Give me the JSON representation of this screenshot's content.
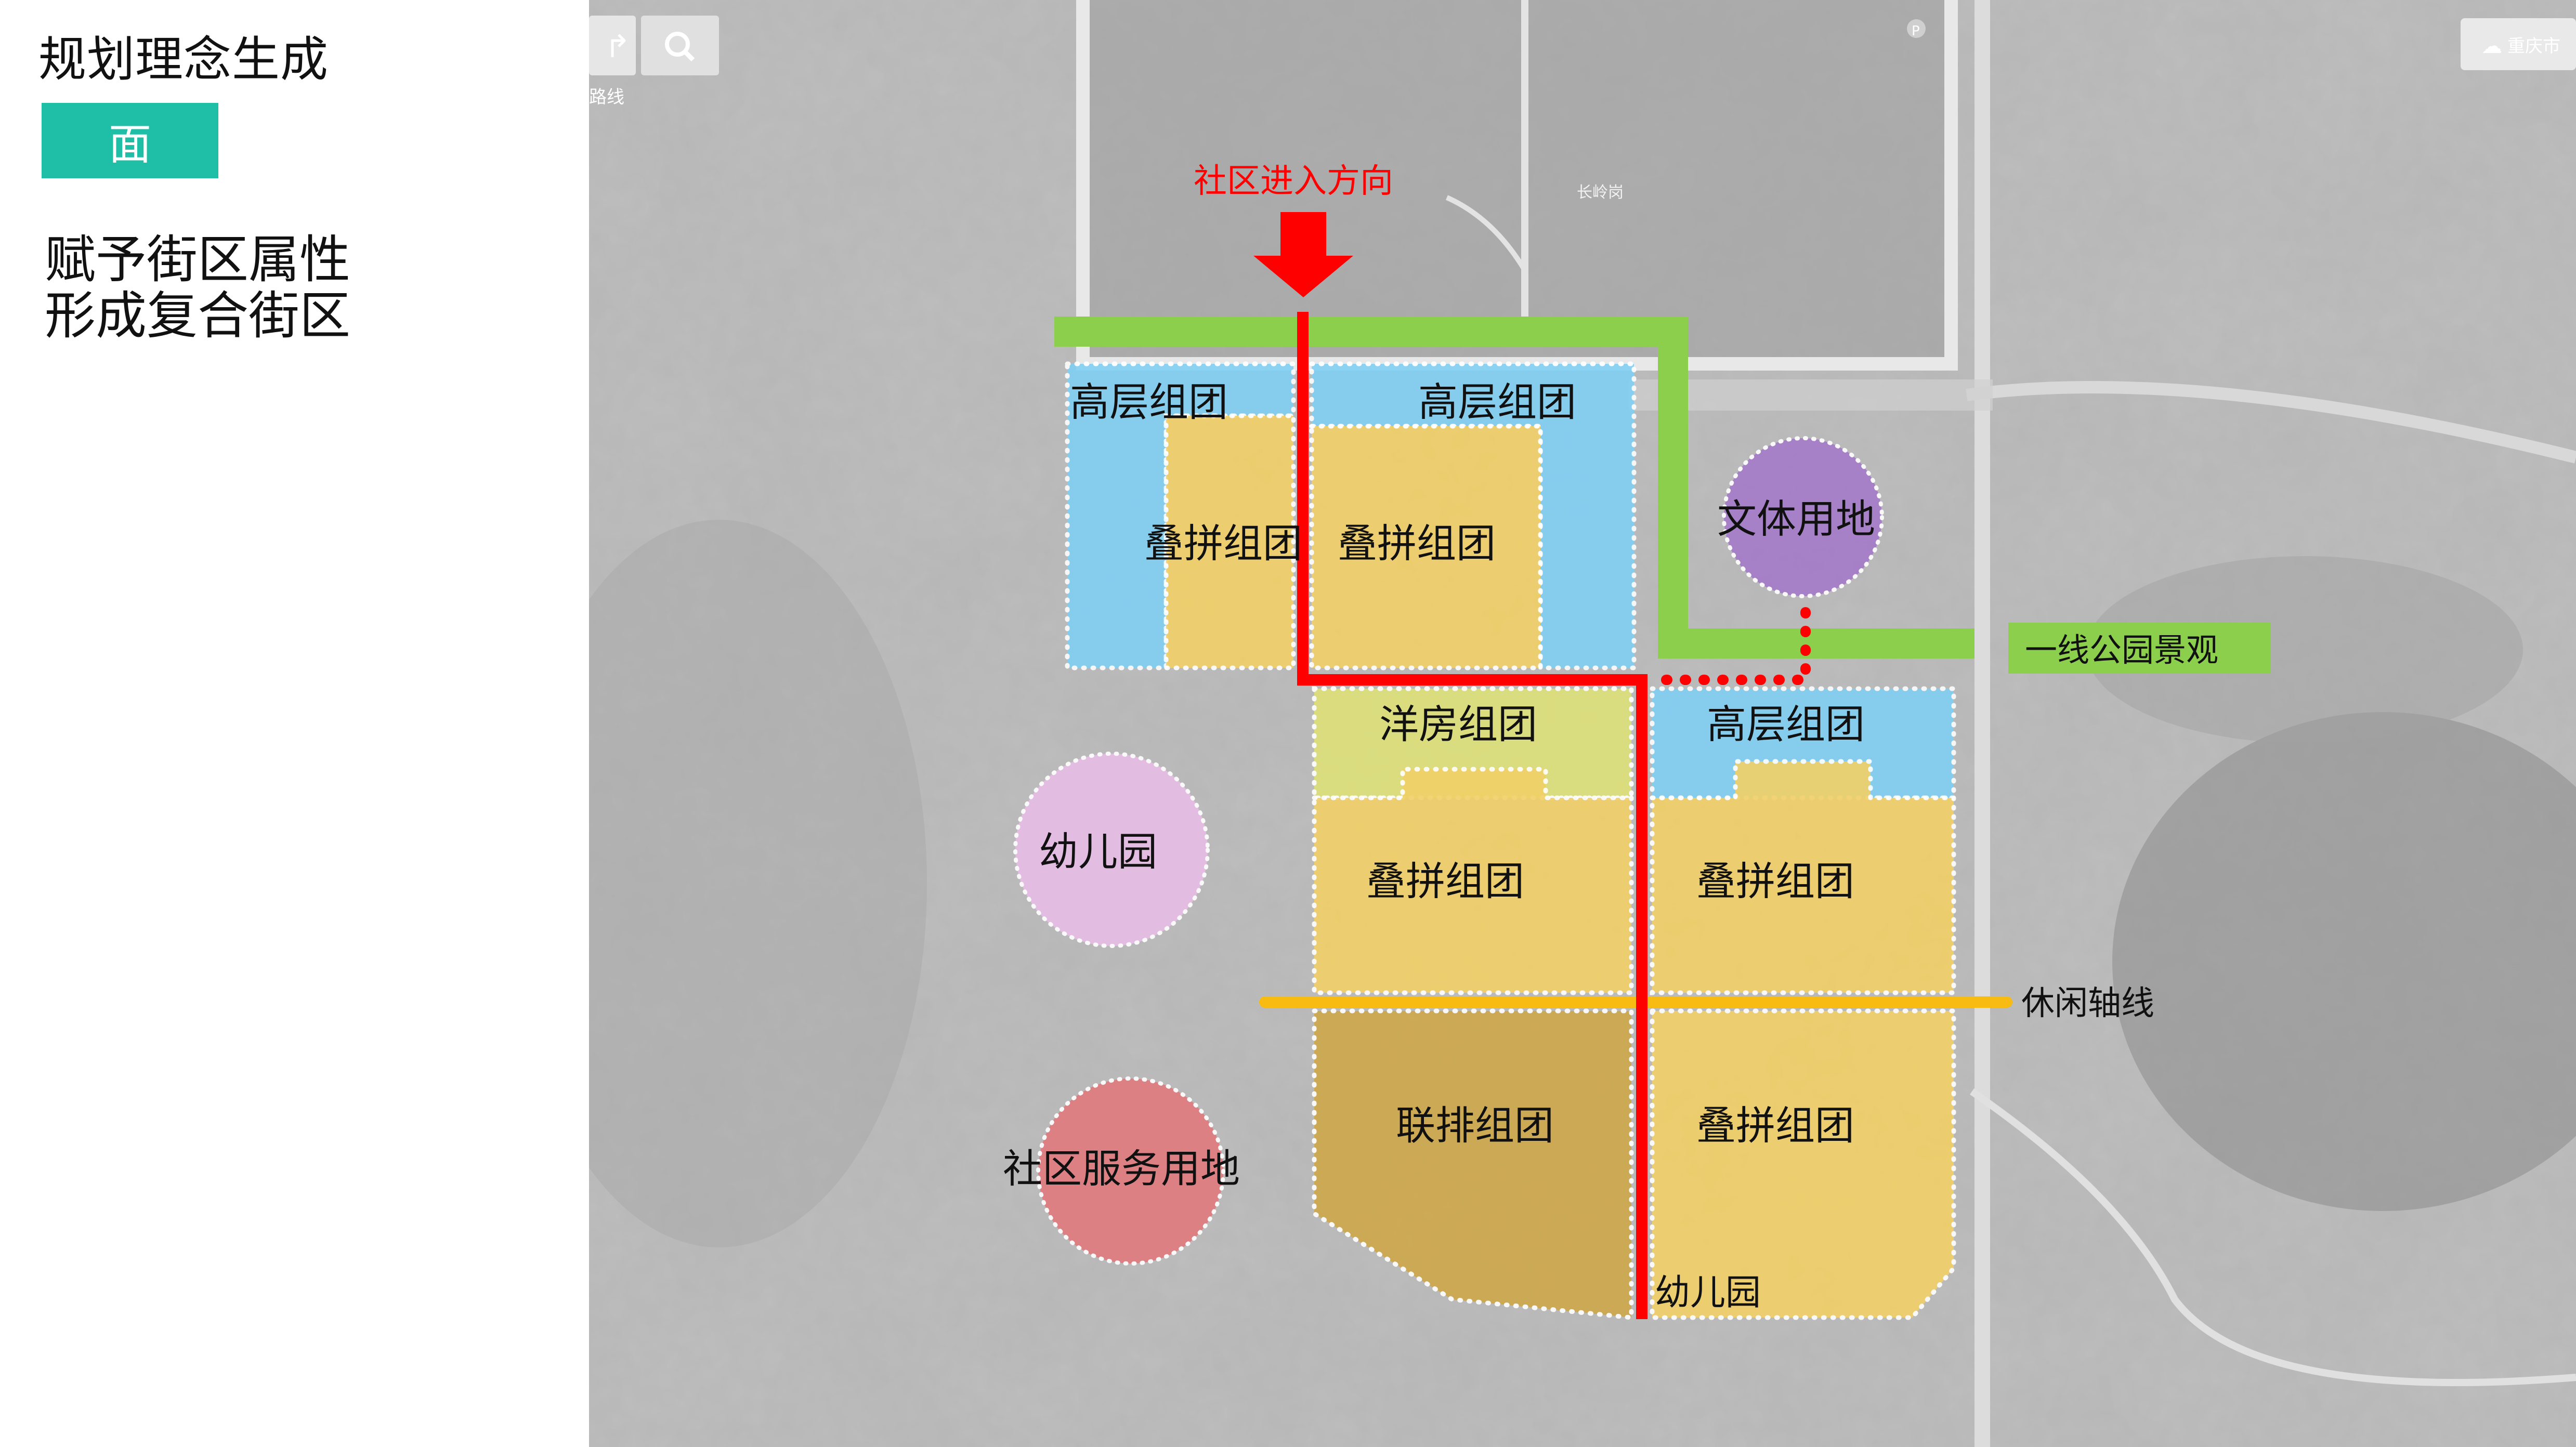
{
  "page": {
    "title": "规划理念生成",
    "mode_badge": "面",
    "description": [
      "赋予街区属性",
      "形成复合街区"
    ]
  },
  "map_ui": {
    "line_label": "路线",
    "street_label": "长岭岗",
    "city_button": "重庆市",
    "icons": [
      "route-icon",
      "search-icon",
      "cloud-icon",
      "parking-icon"
    ]
  },
  "diagram": {
    "entry_label": "社区进入方向",
    "blocks": {
      "nw_high": "高层组团",
      "ne_high": "高层组团",
      "stack_1": "叠拼组团",
      "stack_2": "叠拼组团",
      "villa": "洋房组团",
      "se_high": "高层组团",
      "stack_3": "叠拼组团",
      "stack_4": "叠拼组团",
      "townhouse": "联排组团",
      "stack_5": "叠拼组团",
      "kinder_small": "幼儿园"
    },
    "circles": {
      "culture": "文体用地",
      "kindergarten": "幼儿园",
      "service": "社区服务用地"
    },
    "park_label": "一线公园景观",
    "leisure_label": "休闲轴线"
  },
  "colors": {
    "accent": "#1fbfa7",
    "high_rise": "#7fcff5",
    "stacked": "#f2d067",
    "villa": "#dde07a",
    "townhouse": "#cfa84a",
    "green_route": "#8ccf4d",
    "red_route": "#ff0000",
    "yellow_axis": "#f7bb12",
    "purple": "#a47bc9",
    "pink": "#e7bde5",
    "salmon": "#e17a7e"
  }
}
